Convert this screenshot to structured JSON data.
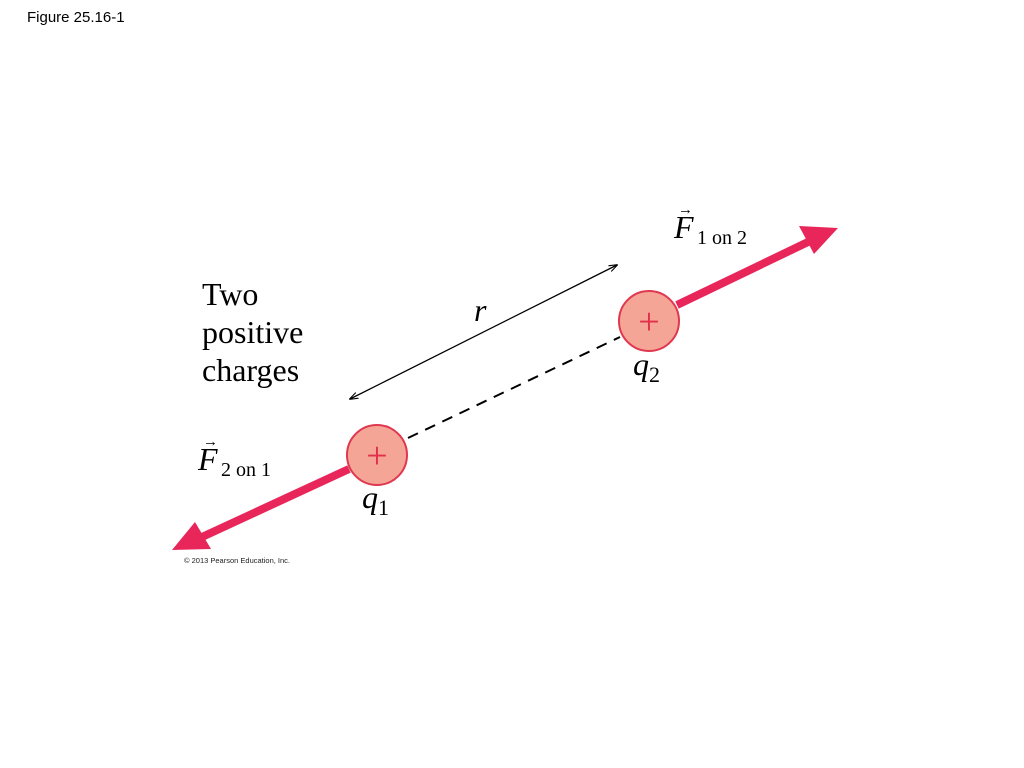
{
  "figure_label": "Figure 25.16-1",
  "caption": {
    "line1": "Two",
    "line2": "positive",
    "line3": "charges"
  },
  "distance_label": "r",
  "charges": [
    {
      "name": "q",
      "subscript": "1",
      "sign": "+"
    },
    {
      "name": "q",
      "subscript": "2",
      "sign": "+"
    }
  ],
  "forces": [
    {
      "symbol": "F",
      "arrow": "→",
      "subscript": "1 on 2"
    },
    {
      "symbol": "F",
      "arrow": "→",
      "subscript": "2 on 1"
    }
  ],
  "copyright": "© 2013 Pearson Education, Inc.",
  "colors": {
    "force_arrow": "#e8265a",
    "charge_fill": "#f5a596",
    "charge_stroke": "#e0384f",
    "plus_sign": "#e0304a",
    "line": "#000000"
  }
}
